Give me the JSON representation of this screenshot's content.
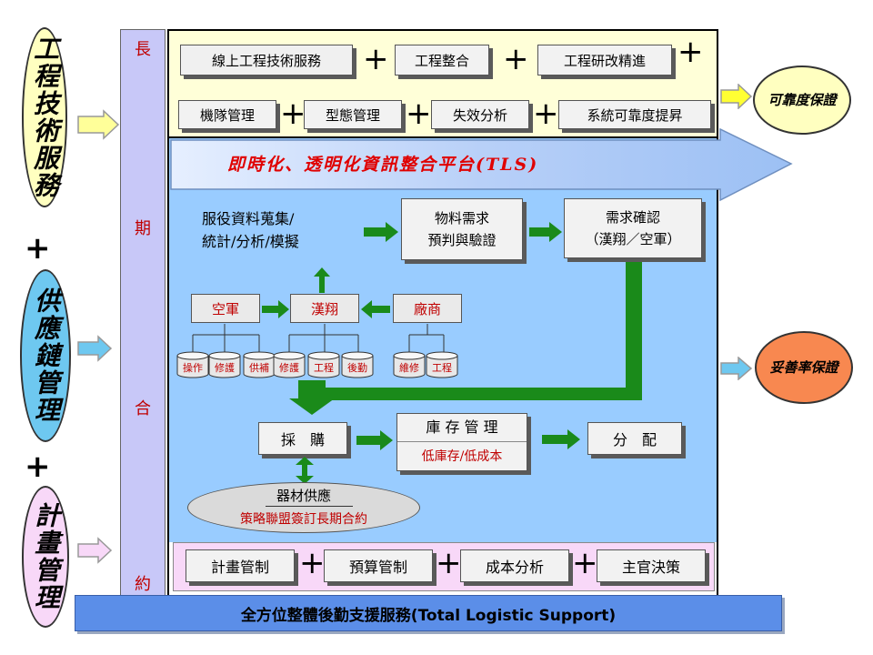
{
  "left_pillars": [
    {
      "label": "工程技術服務",
      "fill": "#ffffc0"
    },
    {
      "label": "供應鏈管理",
      "fill": "#6ec8f0"
    },
    {
      "label": "計畫管理",
      "fill": "#f8d8f8"
    }
  ],
  "plus_sign": "+",
  "vertical_bar": {
    "chars": [
      "長",
      "期",
      "合",
      "約"
    ],
    "fill": "#c8c8f8"
  },
  "top_section": {
    "row1": [
      "線上工程技術服務",
      "工程整合",
      "工程研改精進"
    ],
    "row2": [
      "機隊管理",
      "型態管理",
      "失效分析",
      "系統可靠度提昇"
    ],
    "fill": "#ffffd8"
  },
  "tls_arrow": {
    "label": "即時化、透明化資訊整合平台(TLS)"
  },
  "middle": {
    "service_data": [
      "服役資料蒐集/",
      "統計/分析/模擬"
    ],
    "material_forecast": [
      "物料需求",
      "預判與驗證"
    ],
    "demand_confirm": [
      "需求確認",
      "（漢翔／空軍）"
    ],
    "air_force": "空軍",
    "aidc": "漢翔",
    "vendor": "廠商",
    "dbs_air_force": [
      "操作",
      "修護",
      "供補"
    ],
    "dbs_aidc": [
      "修護",
      "工程",
      "後勤"
    ],
    "dbs_vendor": [
      "維修",
      "工程"
    ],
    "procurement": "採　購",
    "inventory": {
      "title": "庫 存 管 理",
      "sub": "低庫存/低成本"
    },
    "distribution": "分　配",
    "supply": {
      "title": "器材供應",
      "sub": "策略聯盟簽訂長期合約"
    },
    "fill": "#99ccff"
  },
  "bottom_section": {
    "items": [
      "計畫管制",
      "預算管制",
      "成本分析",
      "主官決策"
    ],
    "fill": "#f8d8f8"
  },
  "footer": {
    "label": "全方位整體後勤支援服務(Total Logistic Support)",
    "fill": "#5b8ee8"
  },
  "right_outputs": [
    {
      "label": "可靠度保證",
      "fill": "#ffffc0"
    },
    {
      "label": "妥善率保證",
      "fill": "#f88850"
    }
  ],
  "colors": {
    "green_arrow": "#1a8a1a",
    "red_text": "#c00000",
    "dark_red_text": "#c00000"
  }
}
